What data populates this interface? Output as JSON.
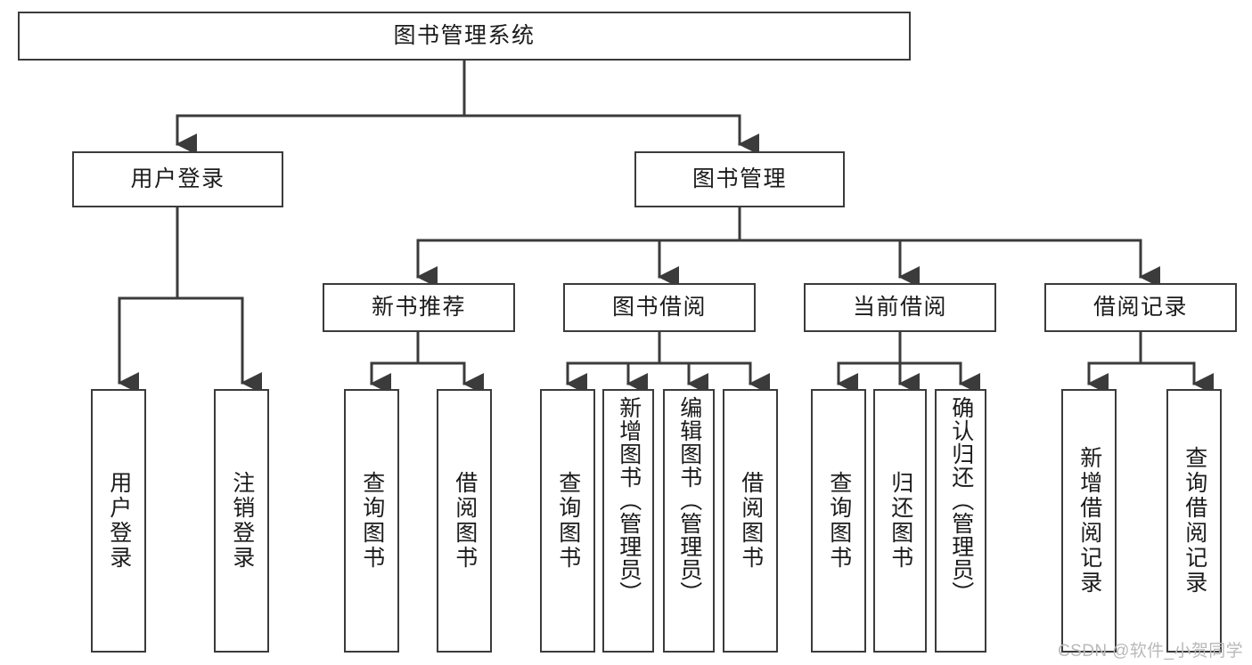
{
  "diagram": {
    "title": "图书管理系统",
    "type": "tree",
    "watermark": "CSDN @软件_小贺同学",
    "colors": {
      "box_border": "#3b3b3b",
      "box_fill": "#ffffff",
      "edge": "#3b3b3b",
      "text": "#1b1b1b",
      "watermark": "#b9b9b9",
      "background": "#ffffff"
    },
    "root": {
      "label": "图书管理系统"
    },
    "level2": [
      {
        "label": "用户登录"
      },
      {
        "label": "图书管理"
      }
    ],
    "level3": [
      {
        "label": "新书推荐"
      },
      {
        "label": "图书借阅"
      },
      {
        "label": "当前借阅"
      },
      {
        "label": "借阅记录"
      }
    ],
    "leaves": {
      "user_login": [
        {
          "label": "用户登录"
        },
        {
          "label": "注销登录"
        }
      ],
      "new_book_recommend": [
        {
          "label": "查询图书"
        },
        {
          "label": "借阅图书"
        }
      ],
      "book_borrow": [
        {
          "label": "查询图书"
        },
        {
          "label": "新增图书（管理员）"
        },
        {
          "label": "编辑图书（管理员）"
        },
        {
          "label": "借阅图书"
        }
      ],
      "current_borrow": [
        {
          "label": "查询图书"
        },
        {
          "label": "归还图书"
        },
        {
          "label": "确认归还（管理员）"
        }
      ],
      "borrow_records": [
        {
          "label": "新增借阅记录"
        },
        {
          "label": "查询借阅记录"
        }
      ]
    }
  }
}
